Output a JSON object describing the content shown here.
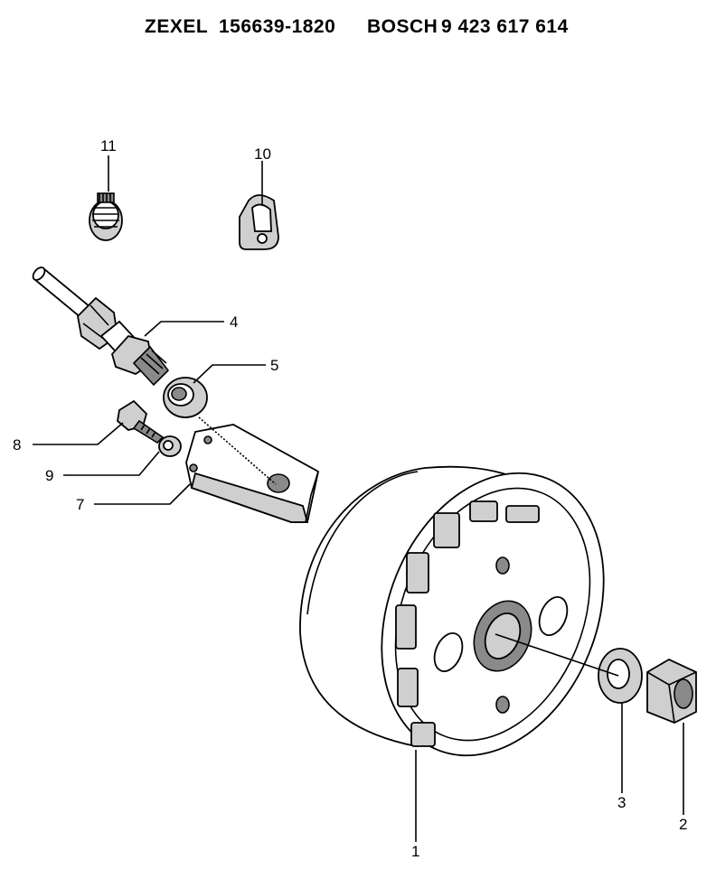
{
  "header": {
    "brand1": "ZEXEL",
    "part1": "156639-1820",
    "brand2": "BOSCH",
    "part2": "9 423 617 614"
  },
  "callouts": {
    "p1": "1",
    "p2": "2",
    "p3": "3",
    "p4": "4",
    "p5": "5",
    "p7": "7",
    "p8": "8",
    "p9": "9",
    "p10": "10",
    "p11": "11"
  }
}
